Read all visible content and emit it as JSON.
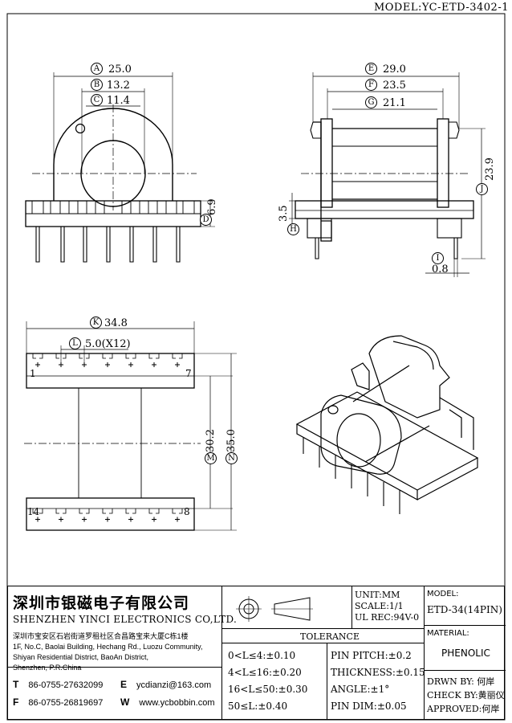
{
  "model_header": "MODEL:YC-ETD-3402-1",
  "dimensions": {
    "A": "25.0",
    "B": "13.2",
    "C": "11.4",
    "D": "6.9",
    "E": "29.0",
    "F": "23.5",
    "G": "21.1",
    "H": "3.5",
    "I": "0.8",
    "J": "23.9",
    "K": "34.8",
    "L": "5.0(X12)",
    "M": "30.2",
    "N": "35.0"
  },
  "circle_labels": {
    "A": "A",
    "B": "B",
    "C": "C",
    "D": "D",
    "E": "E",
    "F": "F",
    "G": "G",
    "H": "H",
    "I": "I",
    "J": "J",
    "K": "K",
    "L": "L",
    "M": "M",
    "N": "N"
  },
  "pin_labels": {
    "p1": "1",
    "p7": "7",
    "p14": "14",
    "p8": "8"
  },
  "company": {
    "cn_name": "深圳市银磁电子有限公司",
    "en_name": "SHENZHEN YINCI ELECTRONICS CO,LTD.",
    "address_cn": "深圳市宝安区石岩街道罗租社区合昌路宝来大厦C栋1楼",
    "address_en1": "1F, No.C, Baolai Building, Hechang Rd., Luozu Community,",
    "address_en2": "Shiyan Residential District, BaoAn District,",
    "address_en3": "Shenzhen, P.R.China"
  },
  "contact": {
    "t_label": "T",
    "tel": "86-0755-27632099",
    "f_label": "F",
    "fax": "86-0755-26819697",
    "e_label": "E",
    "email": "ycdianzi@163.com",
    "w_label": "W",
    "web": "www.ycbobbin.com"
  },
  "spec": {
    "unit": "UNIT:MM",
    "scale": "SCALE:1/1",
    "ul": "UL REC:94V-0",
    "tolerance_title": "TOLERANCE",
    "model_label": "MODEL:",
    "model_value": "ETD-34(14PIN)",
    "material_label": "MATERIAL:",
    "material_value": "PHENOLIC"
  },
  "tolerance": {
    "row1": "0<L≤4:±0.10",
    "row2": "4<L≤16:±0.20",
    "row3": "16<L≤50:±0.30",
    "row4": "50≤L:±0.40",
    "pin_pitch": "PIN PITCH:±0.2",
    "thickness": "THICKNESS:±0.15",
    "angle": "ANGLE:±1°",
    "pin_dim": "PIN DIM:±0.05"
  },
  "approval": {
    "drawn": "DRWN BY: 何岸",
    "check": "CHECK BY:黄丽仪",
    "approved": "APPROVED:何岸"
  }
}
